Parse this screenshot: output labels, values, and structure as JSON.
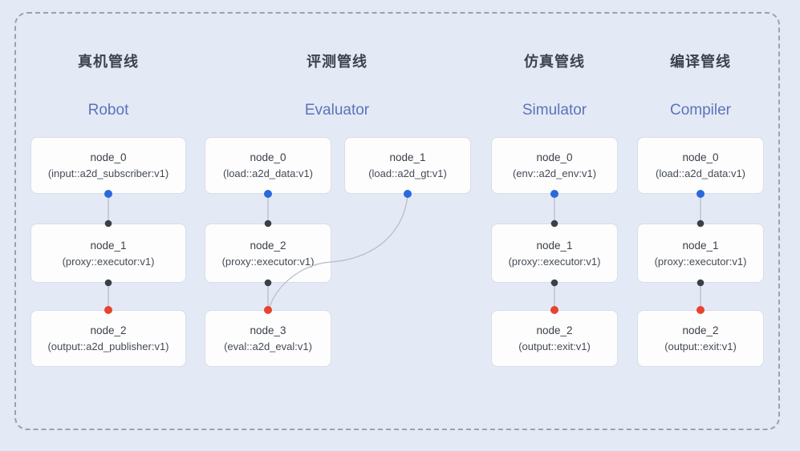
{
  "canvas": {
    "background_color": "#e4e9f6",
    "frame_border_color": "#9ba1ae",
    "node_fill_color": "#fdfdfe",
    "node_border_color": "#d9dde6",
    "edge_color": "#b4bac7",
    "port_colors": {
      "blue_output_port": "#2968dd",
      "black_input_port": "#3b4046",
      "red_input_port": "#e8432c"
    },
    "title_zh_color": "#3d424c",
    "title_en_color": "#5b74b8"
  },
  "pipelines": [
    {
      "title_zh": "真机管线",
      "title_en": "Robot",
      "nodes": [
        {
          "name": "node_0",
          "type": "(input::a2d_subscriber:v1)"
        },
        {
          "name": "node_1",
          "type": "(proxy::executor:v1)"
        },
        {
          "name": "node_2",
          "type": "(output::a2d_publisher:v1)"
        }
      ]
    },
    {
      "title_zh": "评测管线",
      "title_en": "Evaluator",
      "nodes": [
        {
          "name": "node_0",
          "type": "(load::a2d_data:v1)"
        },
        {
          "name": "node_1",
          "type": "(load::a2d_gt:v1)"
        },
        {
          "name": "node_2",
          "type": "(proxy::executor:v1)"
        },
        {
          "name": "node_3",
          "type": "(eval::a2d_eval:v1)"
        }
      ]
    },
    {
      "title_zh": "仿真管线",
      "title_en": "Simulator",
      "nodes": [
        {
          "name": "node_0",
          "type": "(env::a2d_env:v1)"
        },
        {
          "name": "node_1",
          "type": "(proxy::executor:v1)"
        },
        {
          "name": "node_2",
          "type": "(output::exit:v1)"
        }
      ]
    },
    {
      "title_zh": "编译管线",
      "title_en": "Compiler",
      "nodes": [
        {
          "name": "node_0",
          "type": "(load::a2d_data:v1)"
        },
        {
          "name": "node_1",
          "type": "(proxy::executor:v1)"
        },
        {
          "name": "node_2",
          "type": "(output::exit:v1)"
        }
      ]
    }
  ]
}
